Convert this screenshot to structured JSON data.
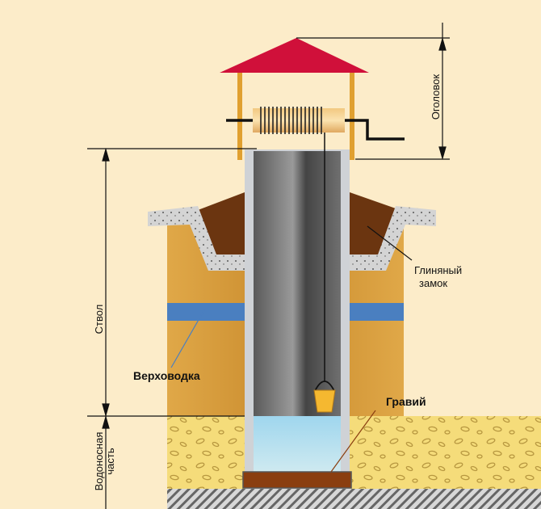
{
  "labels": {
    "head": "Оголовок",
    "shaft": "Ствол",
    "aquifer_line1": "Водоносная",
    "aquifer_line2": "часть",
    "clay_lock_line1": "Глиняный",
    "clay_lock_line2": "замок",
    "perched_water": "Верховодка",
    "gravel": "Гравий"
  },
  "colors": {
    "background": "#fcecc9",
    "roof": "#d0103a",
    "posts": "#e0a030",
    "soil": "#c8902e",
    "clay": "#6b3510",
    "sand": "#f5dc7a",
    "water": "#a8dcf0",
    "perched_water_band": "#4a7fc0",
    "gravel_bed": "#8a3e10"
  }
}
